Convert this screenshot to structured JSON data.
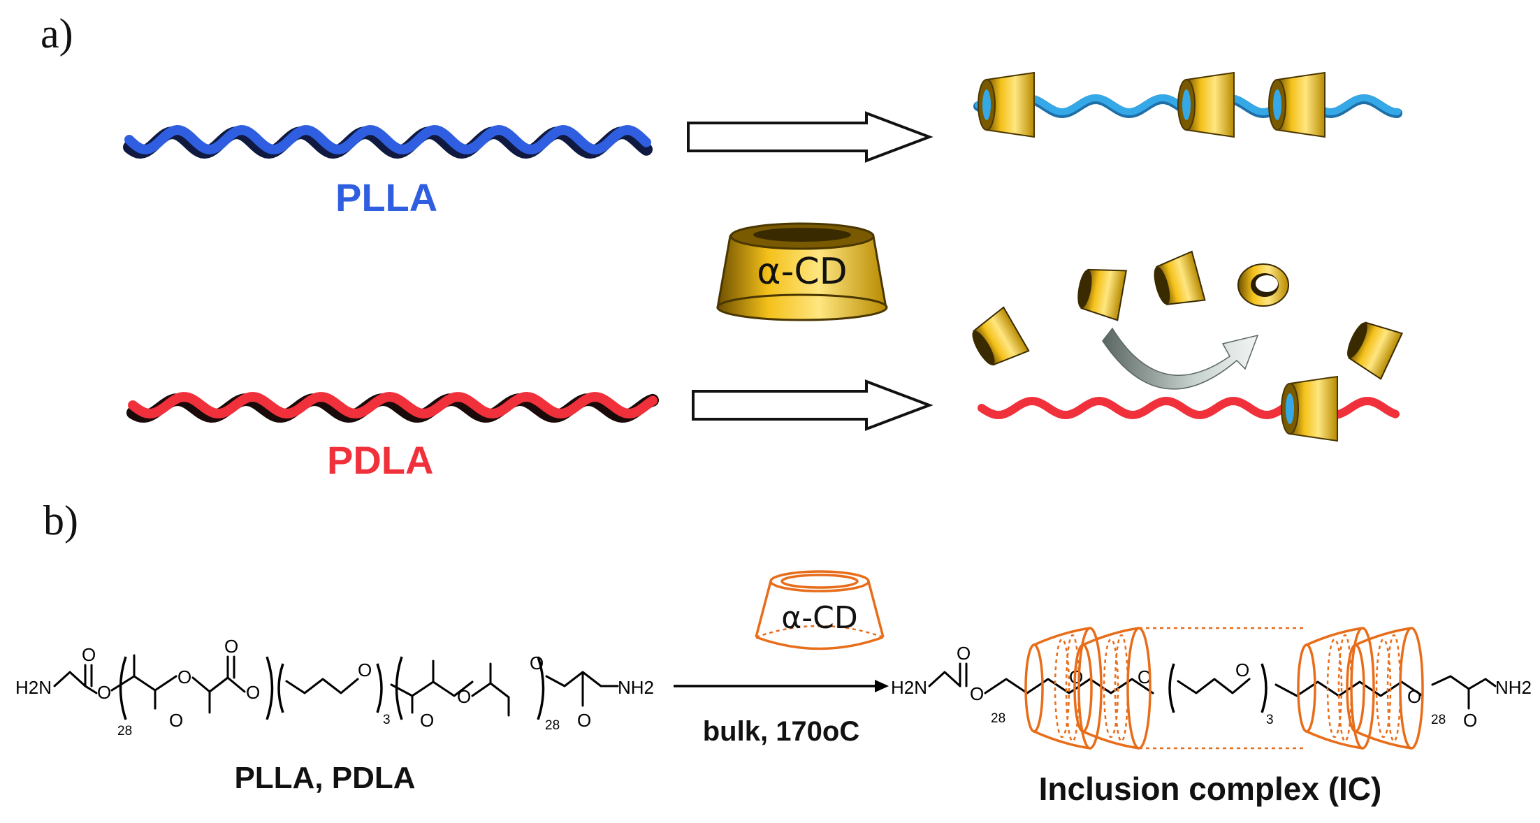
{
  "panels": {
    "a": "a)",
    "b": "b)"
  },
  "part_a": {
    "polymer_top": "PLLA",
    "polymer_bottom": "PDLA",
    "host": "α-CD",
    "colors": {
      "plla": "#2f5fe0",
      "pdla": "#f0303a",
      "cyclodextrin": "#f4c11a",
      "product_chain": "#35a9e8"
    }
  },
  "part_b": {
    "reagent": "α-CD",
    "condition": "bulk, 170oC",
    "reactant_label": "PLLA, PDLA",
    "product_label": "Inclusion complex (IC)",
    "end_group": "H2N",
    "end_group_right": "NH2",
    "oxygen": "O",
    "subscripts": {
      "lactide": "28",
      "ether": "3"
    },
    "colors": {
      "cd_outline": "#e86d1a"
    }
  }
}
